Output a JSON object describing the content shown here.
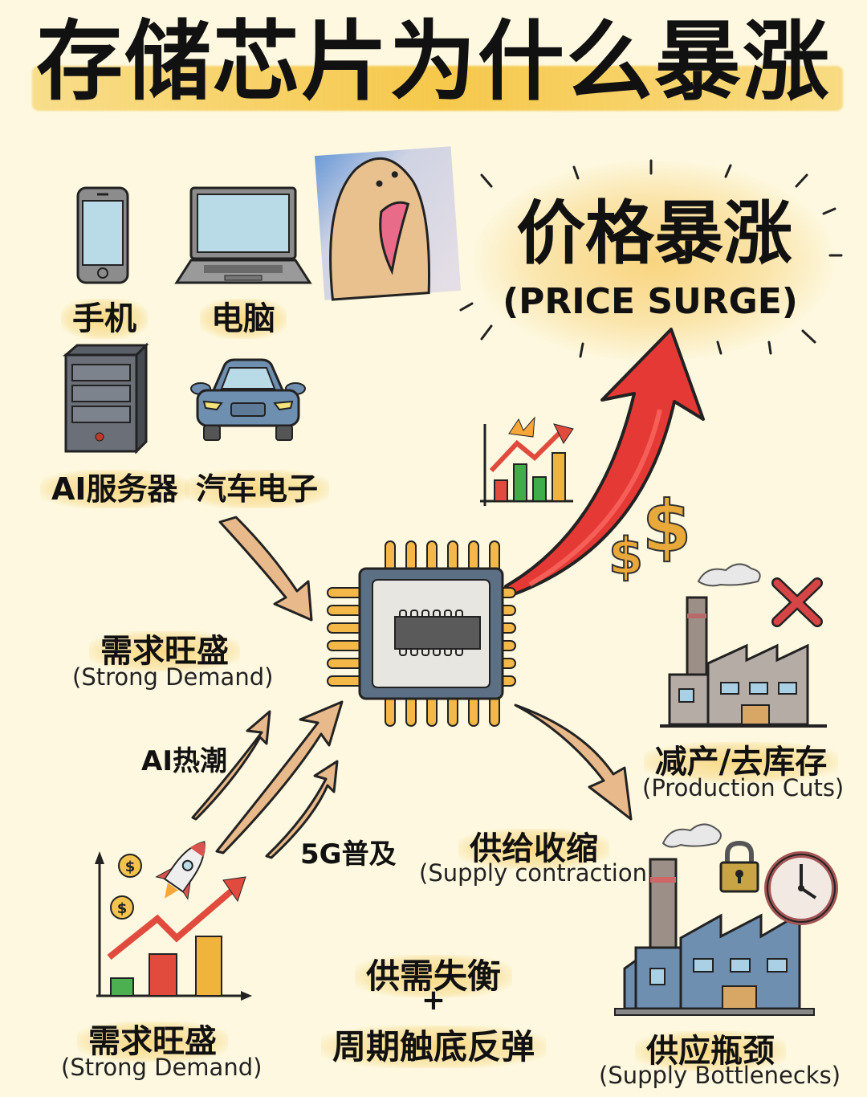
{
  "title": "存储芯片为什么暴涨",
  "colors": {
    "background": "#fdf8df",
    "title_highlight": "#f5c346",
    "price_arrow": "#e53935",
    "demand_arrow": "#e8b98a",
    "chip_body": "#5b7085",
    "chip_pins": "#f3b848",
    "dollar": "#e9a93a"
  },
  "devices": [
    {
      "label": "手机",
      "icon": "smartphone-icon"
    },
    {
      "label": "电脑",
      "icon": "laptop-icon"
    },
    {
      "label": "AI服务器",
      "icon": "server-icon"
    },
    {
      "label": "汽车电子",
      "icon": "car-icon"
    }
  ],
  "price_surge": {
    "zh": "价格暴涨",
    "en": "(PRICE SURGE)"
  },
  "strong_demand_top": {
    "zh": "需求旺盛",
    "en": "(Strong Demand)"
  },
  "drivers": {
    "ai": "AI热潮",
    "fiveg": "5G普及"
  },
  "strong_demand_bottom": {
    "zh": "需求旺盛",
    "en": "(Strong Demand)"
  },
  "production_cuts": {
    "zh": "减产/去库存",
    "en": "(Production Cuts)"
  },
  "supply_contraction": {
    "zh": "供给收缩",
    "en": "(Supply contraction)"
  },
  "imbalance": {
    "line1": "供需失衡",
    "plus": "+",
    "line2": "周期触底反弹"
  },
  "supply_bottlenecks": {
    "zh": "供应瓶颈",
    "en": "(Supply Bottlenecks)"
  }
}
